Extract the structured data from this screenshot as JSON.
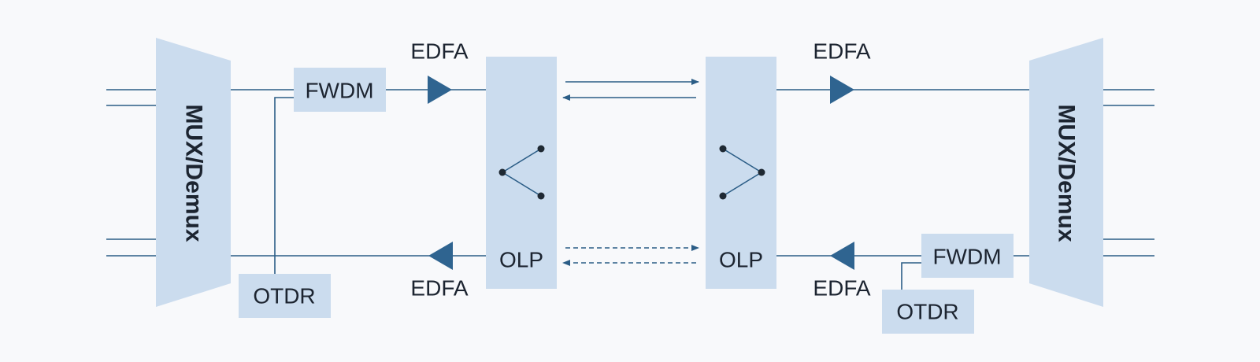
{
  "diagram": {
    "mux_left_label": "MUX/Demux",
    "mux_right_label": "MUX/Demux",
    "fwdm_left_label": "FWDM",
    "fwdm_right_label": "FWDM",
    "otdr_left_label": "OTDR",
    "otdr_right_label": "OTDR",
    "olp_left_label": "OLP",
    "olp_right_label": "OLP",
    "edfa_top_left_label": "EDFA",
    "edfa_top_right_label": "EDFA",
    "edfa_bottom_left_label": "EDFA",
    "edfa_bottom_right_label": "EDFA"
  },
  "colors": {
    "box_fill": "#cbdcee",
    "line": "#2b5d86",
    "amplifier": "#2f6490",
    "background": "#f8f9fb"
  }
}
